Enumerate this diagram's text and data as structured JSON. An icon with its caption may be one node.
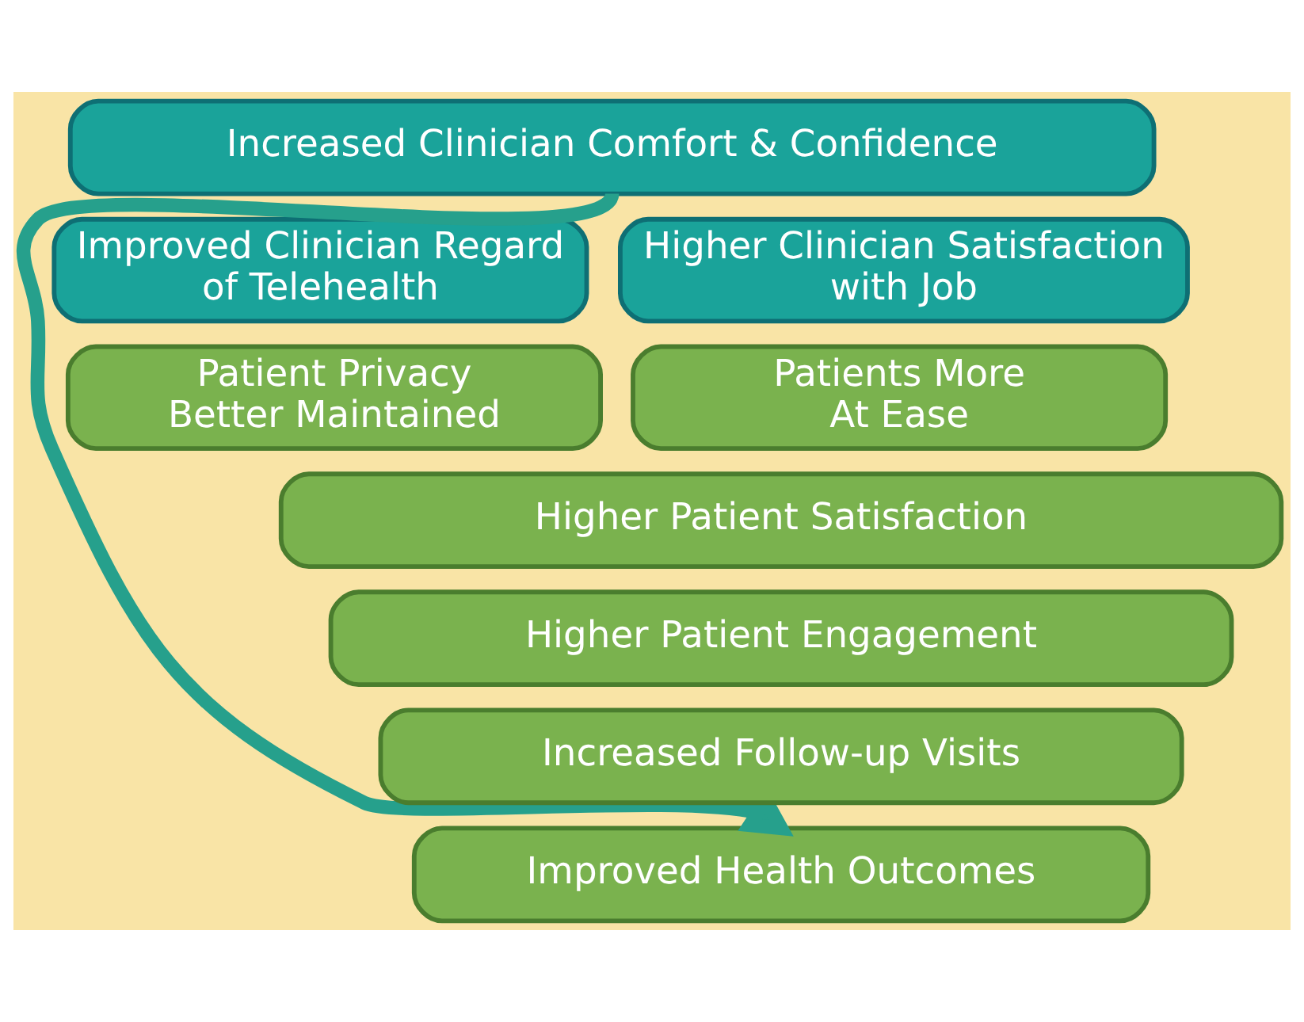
{
  "diagram": {
    "nodes": [
      {
        "text": [
          "Increased Clinician Comfort & Confidence"
        ]
      },
      {
        "text": [
          "Improved Clinician Regard of Telehealth"
        ]
      },
      {
        "text": [
          "Higher Clinician Satisfaction with Job"
        ]
      },
      {
        "text": [
          "Patient Privacy Better Maintained"
        ]
      },
      {
        "text": [
          "Patients More At Ease"
        ]
      },
      {
        "text": [
          "Higher Patient Satisfaction"
        ]
      },
      {
        "text": [
          "Higher Patient Engagement"
        ]
      },
      {
        "text": [
          "Increased Follow-up Visits"
        ]
      },
      {
        "text": [
          "Improved Health Outcomes"
        ]
      }
    ],
    "edges": [
      {
        "from": 0,
        "to": 8,
        "arrow": "to",
        "color": "#26a08c"
      }
    ]
  }
}
